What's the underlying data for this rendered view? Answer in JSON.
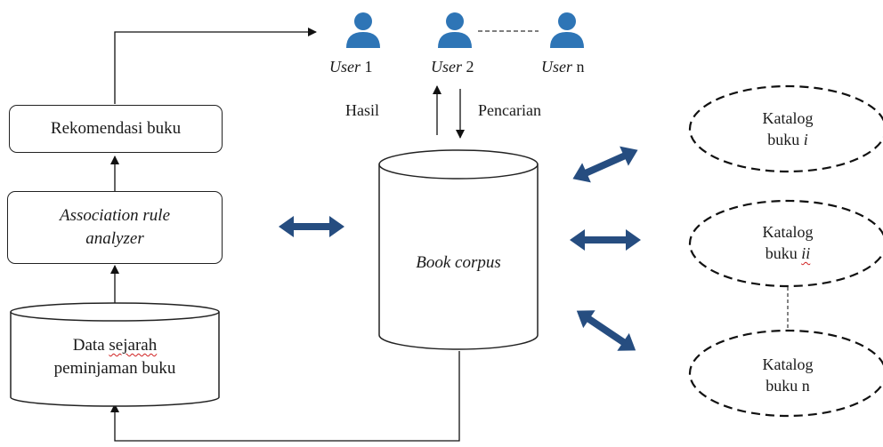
{
  "users": [
    {
      "prefix": "User",
      "suffix": "1"
    },
    {
      "prefix": "User",
      "suffix": "2"
    },
    {
      "prefix": "User",
      "suffix": "n"
    }
  ],
  "flow": {
    "result": "Hasil",
    "search": "Pencarian"
  },
  "left": {
    "recommendation": "Rekomendasi buku",
    "analyzer_line1": "Association rule",
    "analyzer_line2": "analyzer",
    "history_word1": "Data",
    "history_word2": "sejarah",
    "history_line2": "peminjaman buku"
  },
  "corpus": "Book corpus",
  "catalogs": [
    {
      "line1": "Katalog",
      "line2_prefix": "buku",
      "line2_suffix": "i"
    },
    {
      "line1": "Katalog",
      "line2_prefix": "buku",
      "line2_suffix": "ii"
    },
    {
      "line1": "Katalog",
      "line2_prefix": "buku",
      "line2_suffix": "n"
    }
  ],
  "colors": {
    "user_icon": "#2e75b6",
    "arrow": "#264d80",
    "line": "#111111"
  }
}
